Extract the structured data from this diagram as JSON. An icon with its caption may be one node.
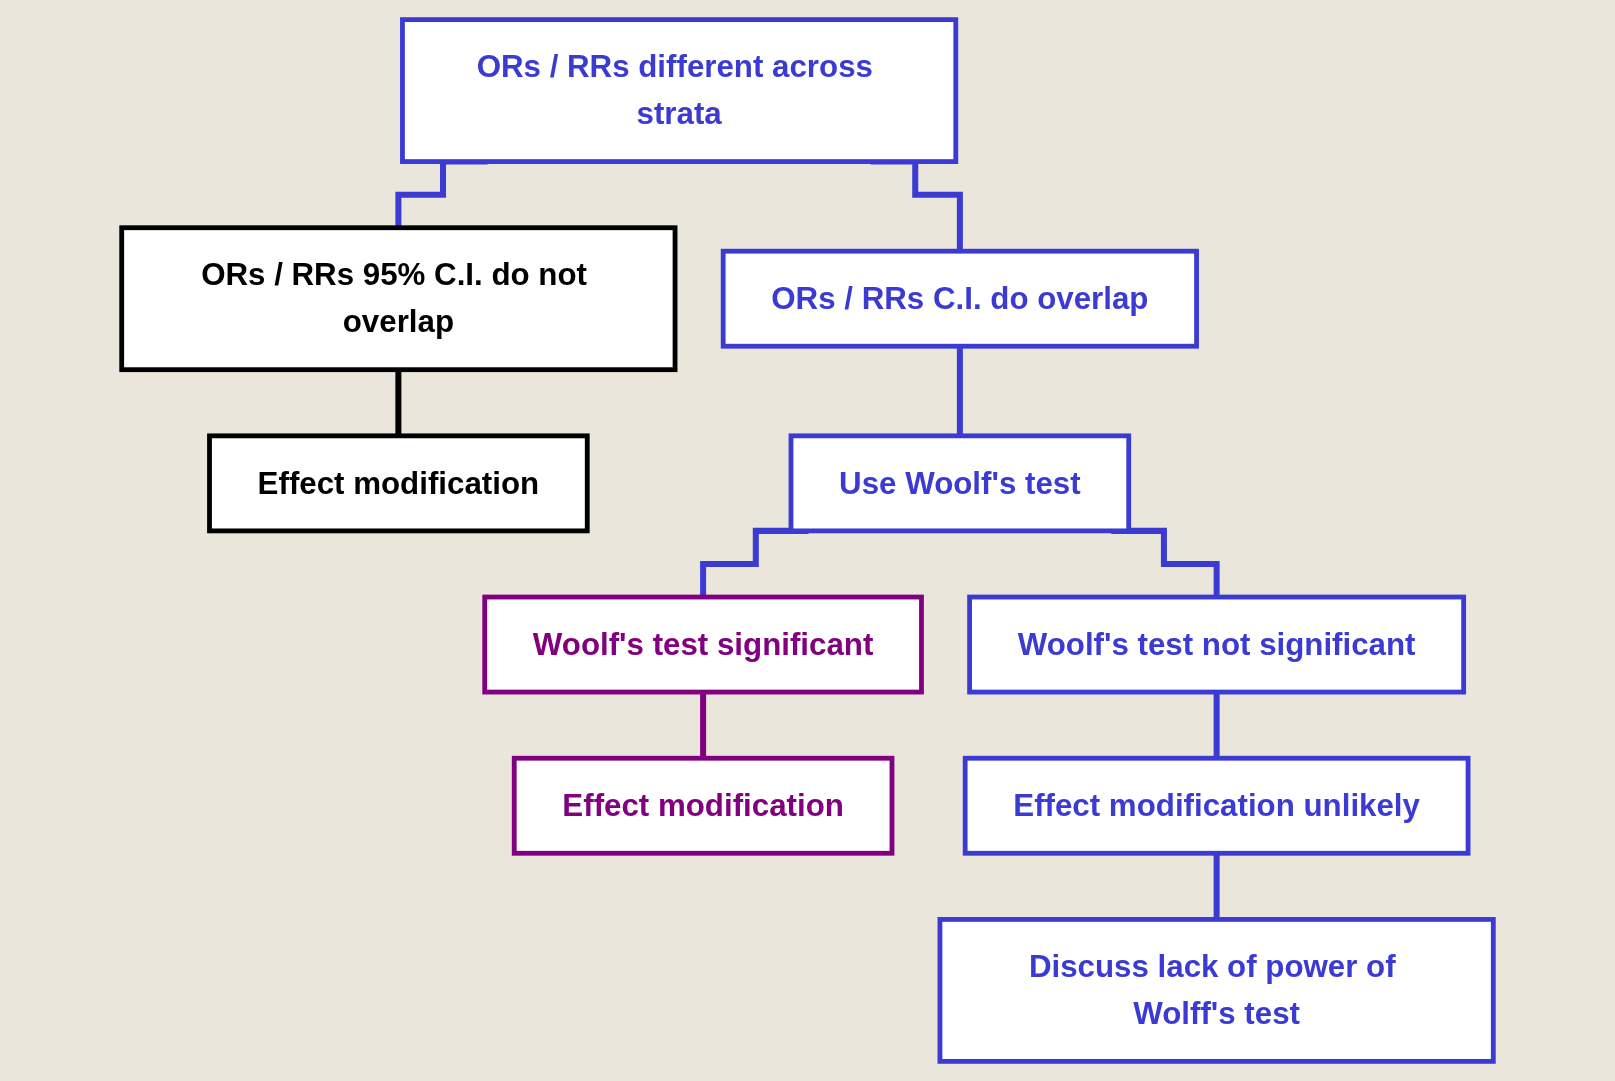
{
  "diagram": {
    "nodes": [
      {
        "text": [
          "ORs / RRs different across strata"
        ]
      },
      {
        "text": [
          "ORs / RRs 95% C.I. do not overlap"
        ]
      },
      {
        "text": [
          "ORs / RRs C.I. do overlap"
        ]
      },
      {
        "text": [
          "Effect modification"
        ]
      },
      {
        "text": [
          "Use Woolf's test"
        ]
      },
      {
        "text": [
          "Woolf's test significant"
        ]
      },
      {
        "text": [
          "Woolf's test not significant"
        ]
      },
      {
        "text": [
          "Effect modification"
        ]
      },
      {
        "text": [
          "Effect modification unlikely"
        ]
      },
      {
        "text": [
          "Discuss lack of power of Wolff's test"
        ]
      }
    ],
    "edges": [
      {
        "from": 0,
        "to": 1,
        "arrow": "none"
      },
      {
        "from": 0,
        "to": 2,
        "arrow": "none"
      },
      {
        "from": 1,
        "to": 3,
        "arrow": "none",
        "color": "#000000"
      },
      {
        "from": 2,
        "to": 4,
        "arrow": "none"
      },
      {
        "from": 4,
        "to": 5,
        "arrow": "none"
      },
      {
        "from": 4,
        "to": 6,
        "arrow": "none"
      },
      {
        "from": 5,
        "to": 7,
        "arrow": "none",
        "color": "#800080"
      },
      {
        "from": 6,
        "to": 8,
        "arrow": "none"
      },
      {
        "from": 8,
        "to": 9,
        "arrow": "none"
      }
    ]
  }
}
